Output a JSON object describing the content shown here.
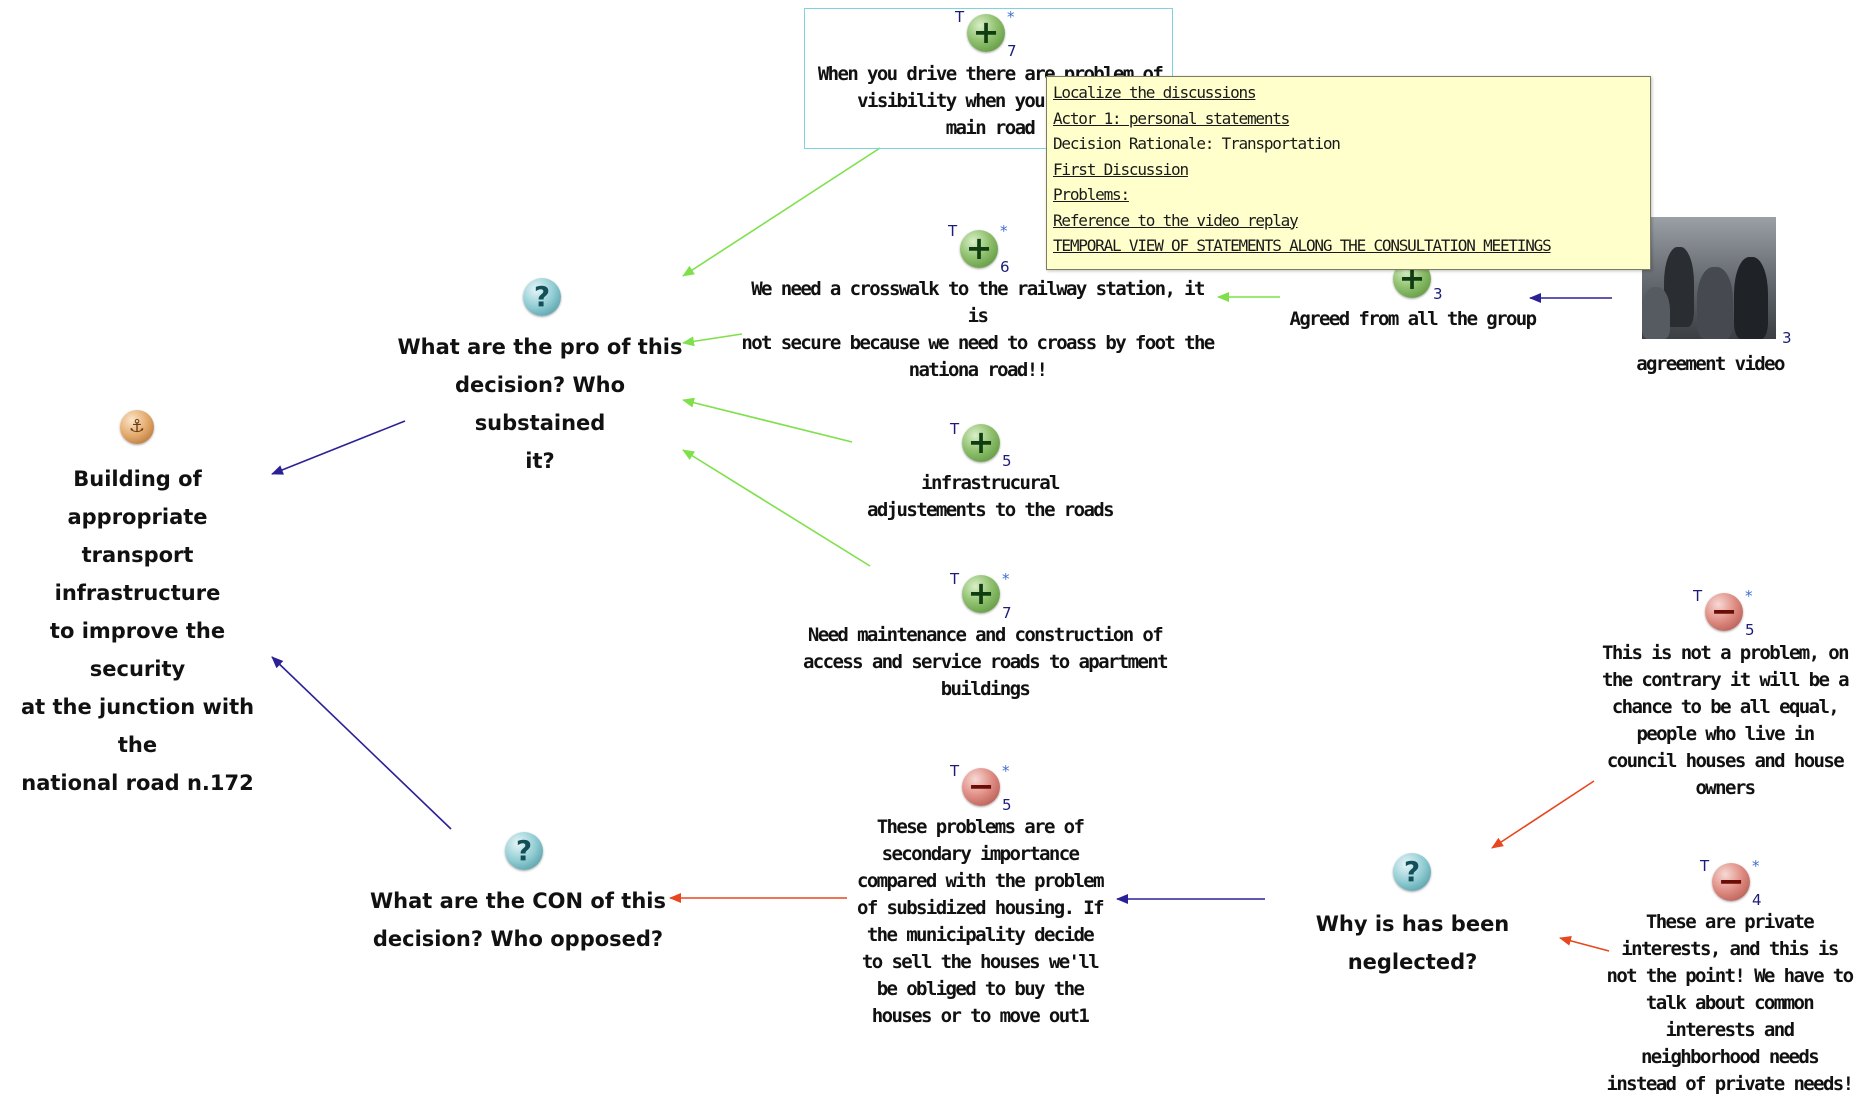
{
  "nodes": {
    "decision": {
      "label_lines": [
        "Building of appropriate",
        "transport infrastructure",
        "to improve the security",
        "at the junction with the",
        "national road n.172"
      ]
    },
    "q_pro": {
      "label_lines": [
        "What are the pro of this",
        "decision? Who substained",
        "it?"
      ]
    },
    "q_con": {
      "label_lines": [
        "What are the CON of this",
        "decision? Who opposed?"
      ]
    },
    "q_neglect": {
      "label_lines": [
        "Why is has been neglected?"
      ]
    },
    "pro_visibility": {
      "label_lines": [
        "When you drive there are problem of",
        "visibility when you want to",
        "main road"
      ],
      "t": "T",
      "star": "*",
      "count": "7"
    },
    "pro_crosswalk": {
      "label_lines": [
        "We need a crosswalk to the railway station, it is",
        "not secure because we need to croass by foot the",
        "nationa road!!"
      ],
      "t": "T",
      "star": "*",
      "count": "6"
    },
    "pro_agreed": {
      "label_lines": [
        "Agreed from all the group"
      ],
      "count": "3"
    },
    "video": {
      "label_lines": [
        "agreement video"
      ],
      "count": "3"
    },
    "pro_infrastructure": {
      "label_lines": [
        "infrastrucural",
        "adjustements to the roads"
      ],
      "t": "T",
      "count": "5"
    },
    "pro_maintenance": {
      "label_lines": [
        "Need maintenance and construction of",
        "access and service roads to apartment",
        "buildings"
      ],
      "t": "T",
      "star": "*",
      "count": "7"
    },
    "con_secondary": {
      "label_lines": [
        "These problems are of",
        "secondary importance",
        "compared with the problem",
        "of subsidized housing. If",
        "the municipality decide",
        "to sell the houses we'll",
        "be obliged to buy the",
        "houses or to move out1"
      ],
      "t": "T",
      "star": "*",
      "count": "5"
    },
    "con_not_problem": {
      "label_lines": [
        "This is not a problem, on",
        "the contrary it will be a",
        "chance to be all equal,",
        "people who live in",
        "council houses and house",
        "owners"
      ],
      "t": "T",
      "star": "*",
      "count": "5"
    },
    "con_private": {
      "label_lines": [
        "These are private",
        "interests, and this is",
        "not the point! We have to",
        "talk about common",
        "interests and",
        "neighborhood needs",
        "instead of private needs!"
      ],
      "t": "T",
      "star": "*",
      "count": "4"
    }
  },
  "icons": {
    "decision": "handshake-icon",
    "question": "question-icon",
    "pro": "plus-icon",
    "con": "minus-icon"
  },
  "tooltip": {
    "items": [
      {
        "text": "Localize the discussions",
        "link": true
      },
      {
        "text": "Actor 1: personal statements",
        "link": true
      },
      {
        "text": "Decision Rationale: Transportation",
        "link": false
      },
      {
        "text": "First Discussion",
        "link": true
      },
      {
        "text": "Problems:",
        "link": true
      },
      {
        "text": "Reference to the video replay",
        "link": true
      },
      {
        "text": "TEMPORAL VIEW OF STATEMENTS ALONG THE CONSULTATION MEETINGS",
        "link": true
      }
    ]
  },
  "colors": {
    "pro_link": "#7ee04a",
    "con_link": "#e8461e",
    "neutral_link": "#2b2197",
    "selection": "#7fd3e0",
    "tooltip_bg": "#ffffcc"
  }
}
